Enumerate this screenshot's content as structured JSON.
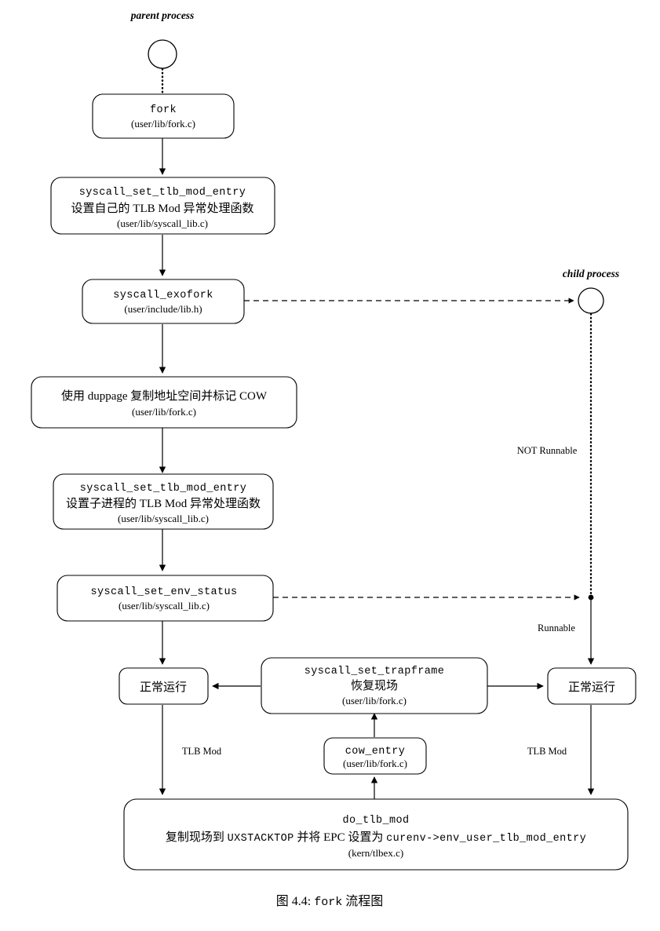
{
  "figure": {
    "caption_prefix": "图 4.4: ",
    "caption_mono": "fork",
    "caption_suffix": " 流程图",
    "caption_full": "图 4.4: fork 流程图"
  },
  "lanes": [
    {
      "id": "parent",
      "label": "parent process"
    },
    {
      "id": "child",
      "label": "child process"
    }
  ],
  "nodes": {
    "parent_start": {
      "shape": "circle",
      "label": ""
    },
    "child_start": {
      "shape": "circle",
      "label": ""
    },
    "fork": {
      "title": "fork",
      "path": "(user/lib/fork.c)"
    },
    "syscall_set_tlb_mod_entry_self": {
      "title": "syscall_set_tlb_mod_entry",
      "desc": "设置自己的  TLB Mod  异常处理函数",
      "path": "(user/lib/syscall_lib.c)"
    },
    "syscall_exofork": {
      "title": "syscall_exofork",
      "path": "(user/include/lib.h)"
    },
    "duppage": {
      "desc": "使用  duppage  复制地址空间并标记  COW",
      "path": "(user/lib/fork.c)"
    },
    "syscall_set_tlb_mod_entry_child": {
      "title": "syscall_set_tlb_mod_entry",
      "desc": "设置子进程的 TLB Mod 异常处理函数",
      "path": "(user/lib/syscall_lib.c)"
    },
    "syscall_set_env_status": {
      "title": "syscall_set_env_status",
      "path": "(user/lib/syscall_lib.c)"
    },
    "parent_running": {
      "label": "正常运行"
    },
    "child_running": {
      "label": "正常运行"
    },
    "syscall_set_trapframe": {
      "title": "syscall_set_trapframe",
      "desc": "恢复现场",
      "path": "(user/lib/fork.c)"
    },
    "cow_entry": {
      "title": "cow_entry",
      "path": "(user/lib/fork.c)"
    },
    "do_tlb_mod": {
      "title": "do_tlb_mod",
      "desc_1": "复制现场到 ",
      "desc_2": "UXSTACKTOP",
      "desc_3": " 并将 EPC 设置为 ",
      "desc_4": "curenv->env_user_tlb_mod_entry",
      "path": "(kern/tlbex.c)"
    }
  },
  "edge_labels": {
    "not_runnable": "NOT Runnable",
    "runnable": "Runnable",
    "tlb_mod_left": "TLB Mod",
    "tlb_mod_right": "TLB Mod"
  },
  "colors": {
    "stroke": "#000000",
    "fill": "#ffffff",
    "background": "#ffffff"
  }
}
